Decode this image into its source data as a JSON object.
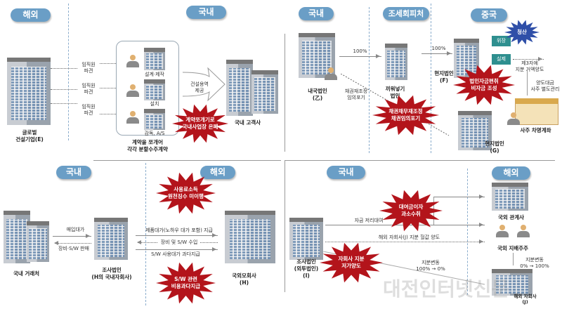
{
  "panel1": {
    "overseas": "해외",
    "domestic": "국내",
    "company_e": "글로벌\n건설기업(E)",
    "dispatch": [
      "임직원\n파견",
      "임직원\n파견",
      "임직원\n파견"
    ],
    "tasks": [
      "설계·제작",
      "설치",
      "감독, A/S"
    ],
    "box_caption": "계약을 쪼개어\n각각 분할수주계약",
    "service": "건설용역\n제공",
    "customer": "국내 고객사",
    "burst": "계약쪼개기로\n국내사업장 은폐"
  },
  "panel2": {
    "domestic": "국내",
    "haven": "조세회피처",
    "china": "중국",
    "company": "내국법인\n(乙)",
    "pct1": "100%",
    "pct2": "100%",
    "shell": "끼워넣기\n법인",
    "local_f": "현지법인\n(F)",
    "local_g": "현지법인\n(G)",
    "fake": "위장",
    "real": "실제",
    "liquidation": "청산",
    "transfer": "제3자에\n지분 거액양도",
    "proceeds": "양도대금\n사주 별도관리",
    "account": "사주 차명계좌",
    "waiver": "채권재조정\n임의포기",
    "burst_debt": "채권채무재조정\n채권임의포기",
    "burst_fund": "법인자금편취\n비자금 조성"
  },
  "panel3": {
    "domestic": "국내",
    "overseas": "해외",
    "client": "국내 거래처",
    "purchase": "매입대가",
    "sale": "장비·S/W 판매",
    "subject": "조사법인\n(H의 국내자회사)",
    "parent": "국외모회사\n(H)",
    "pay_product": "제품대가(노하우 대가 포함) 지급",
    "import": "장비 및 S/W 수입",
    "pay_sw": "S/W 사용대가 과다지급",
    "burst_royalty": "사용료소득\n원천징수 미이행",
    "burst_sw": "S/W 관련\n비용과다지급"
  },
  "panel4": {
    "domestic": "국내",
    "overseas": "해외",
    "subject": "조사법인\n(외투법인)\n(I)",
    "loan": "자금 저리대여",
    "share_transfer": "해외 자회사(J) 지분 헐값 양도",
    "affiliate": "국외 관계사",
    "shareholder": "국외 지배주주",
    "change_in": "지분변동\n0% → 100%",
    "change_out": "지분변동\n100% → 0%",
    "sub_j": "해외 자회사\n(J)",
    "burst_interest": "대여금이자\n과소수취",
    "burst_share": "자회사 지분\n저가양도"
  },
  "watermark": "대전인터넷신문",
  "colors": {
    "pill": "#6a9ec6",
    "burst_red": "#b3141b",
    "burst_blue": "#2f4fa8",
    "tag": "#2e8f8f"
  }
}
